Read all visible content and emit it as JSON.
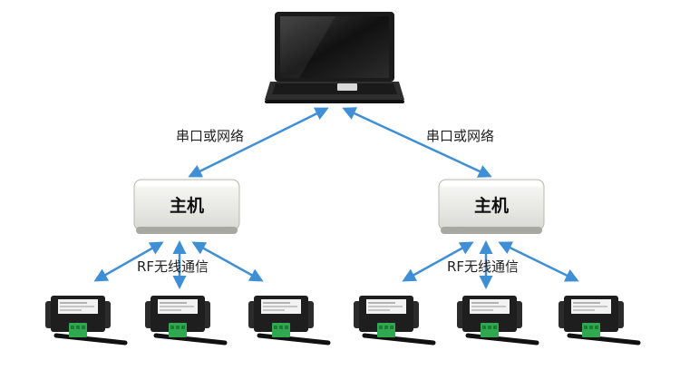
{
  "links": {
    "upper_label": "串口或网络",
    "lower_label": "RF无线通信"
  },
  "hosts": [
    {
      "label": "主机"
    },
    {
      "label": "主机"
    }
  ],
  "devices_per_host": 3,
  "colors": {
    "arrow": "#3f8fd6",
    "laptop_body": "#2a2a2a",
    "host_face": "#eeeeea",
    "device_body": "#1e1e1e",
    "terminal_green": "#2fa84f"
  },
  "icons": {
    "computer": "laptop-icon",
    "host": "host-unit-icon",
    "device": "rf-module-icon"
  }
}
